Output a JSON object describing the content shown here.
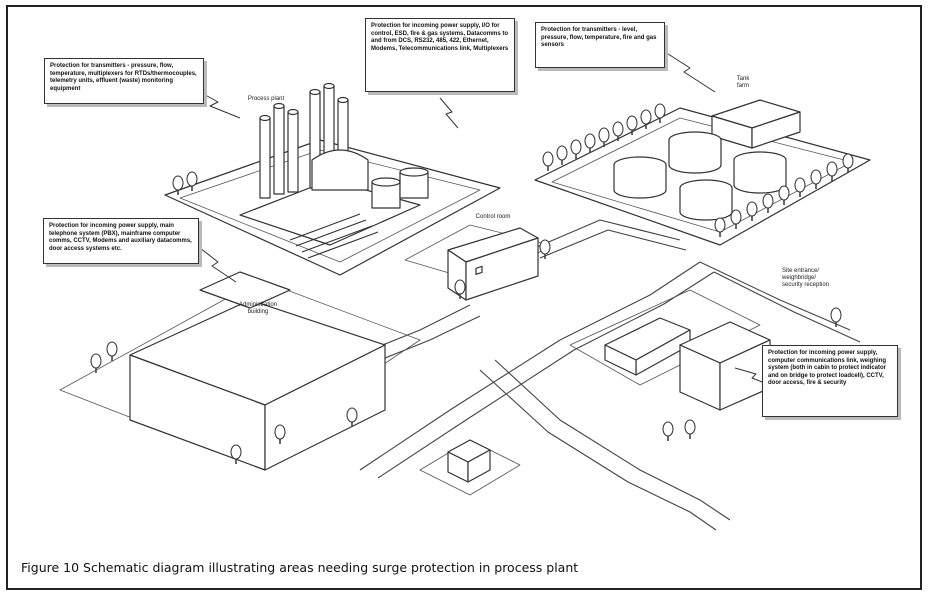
{
  "callouts": {
    "process_plant": "Protection for transmitters - pressure, flow, temperature, multiplexers for RTDs/thermocouples, telemetry units, effluent (waste) monitoring equipment",
    "control_room": "Protection for incoming power supply, I/O for control, ESD, fire & gas systems, Datacomms to and from DCS, RS232, 485, 422, Ethernet, Modems, Telecommunications link, Multiplexers",
    "tank_farm": "Protection for transmitters - level, pressure, flow, temperature, fire and gas sensors",
    "admin": "Protection for incoming power supply, main telephone system (PBX), mainframe computer comms, CCTV, Modems and auxiliary datacomms, door access systems etc.",
    "site_entrance": "Protection for incoming power supply, computer communications link, weighing system (both in cabin to protect indicator and on bridge to protect loadcell), CCTV, door access, fire & security"
  },
  "labels": {
    "process_plant": "Process plant",
    "tank_farm_line1": "Tank",
    "tank_farm_line2": "farm",
    "control_room": "Control room",
    "admin_line1": "Administration",
    "admin_line2": "building",
    "site_line1": "Site entrance/",
    "site_line2": "weighbridge/",
    "site_line3": "security reception"
  },
  "caption": "Figure 10  Schematic diagram illustrating areas needing surge protection in process plant"
}
